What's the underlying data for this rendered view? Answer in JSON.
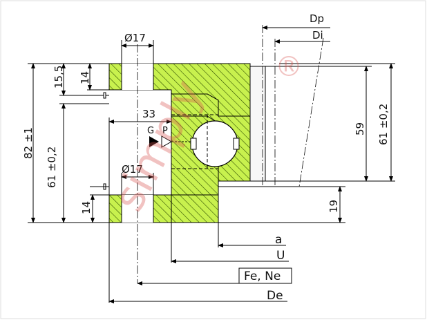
{
  "colors": {
    "section_fill": "#c8f14e",
    "hatch": "#2f4f00",
    "line": "#000000",
    "watermark": "#d9534f"
  },
  "labels": {
    "dp": "Dp",
    "di": "Di",
    "hole_dia_top": "Ø17",
    "hole_dia_bottom": "Ø17",
    "dim_15_5": "15,5",
    "dim_14_top": "14",
    "dim_82": "82 ±1",
    "dim_61_left": "61 ±0,2",
    "dim_14_bottom": "14",
    "dim_33": "33",
    "dim_59": "59",
    "dim_61_right": "61 ±0,2",
    "dim_19": "19",
    "lube_g": "G",
    "lube_p": "P",
    "a": "a",
    "u": "U",
    "fe_ne": "Fe, Ne",
    "de": "De"
  },
  "watermark": {
    "text": "simply",
    "registered": "®"
  }
}
